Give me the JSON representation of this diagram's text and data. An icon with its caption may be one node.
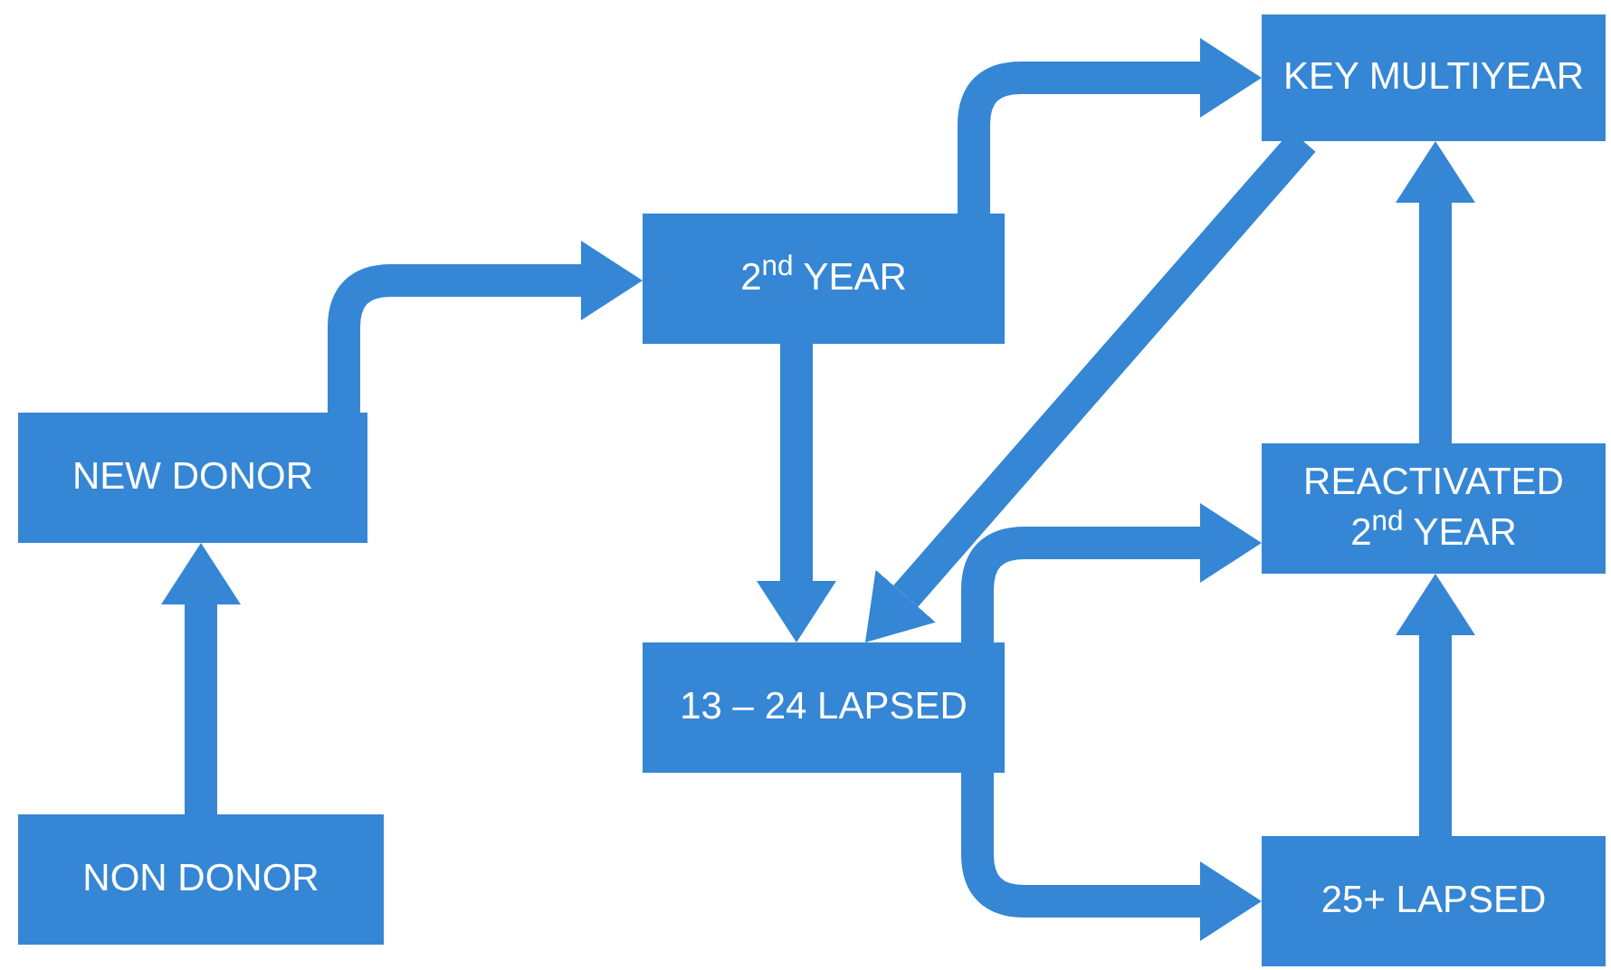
{
  "diagram": {
    "nodes": [
      {
        "text": [
          "NEW DONOR"
        ]
      },
      {
        "text": [
          "2$^{nd}$ YEAR"
        ]
      },
      {
        "text": [
          "KEY MULTIYEAR"
        ]
      },
      {
        "text": [
          "13 – 24 LAPSED"
        ]
      },
      {
        "text": [
          "REACTIVATED 2$^{nd}$ YEAR"
        ]
      },
      {
        "text": [
          "NON DONOR"
        ]
      },
      {
        "text": [
          "25+ LAPSED"
        ]
      }
    ],
    "edges": [
      {
        "from": 5,
        "to": 0,
        "arrow": "to"
      },
      {
        "from": 0,
        "to": 1,
        "arrow": "to"
      },
      {
        "from": 1,
        "to": 2,
        "arrow": "to"
      },
      {
        "from": 1,
        "to": 3,
        "arrow": "to"
      },
      {
        "from": 2,
        "to": 3,
        "arrow": "to"
      },
      {
        "from": 3,
        "to": 4,
        "arrow": "to"
      },
      {
        "from": 3,
        "to": 6,
        "arrow": "to"
      },
      {
        "from": 6,
        "to": 4,
        "arrow": "to"
      },
      {
        "from": 4,
        "to": 2,
        "arrow": "to"
      }
    ]
  }
}
